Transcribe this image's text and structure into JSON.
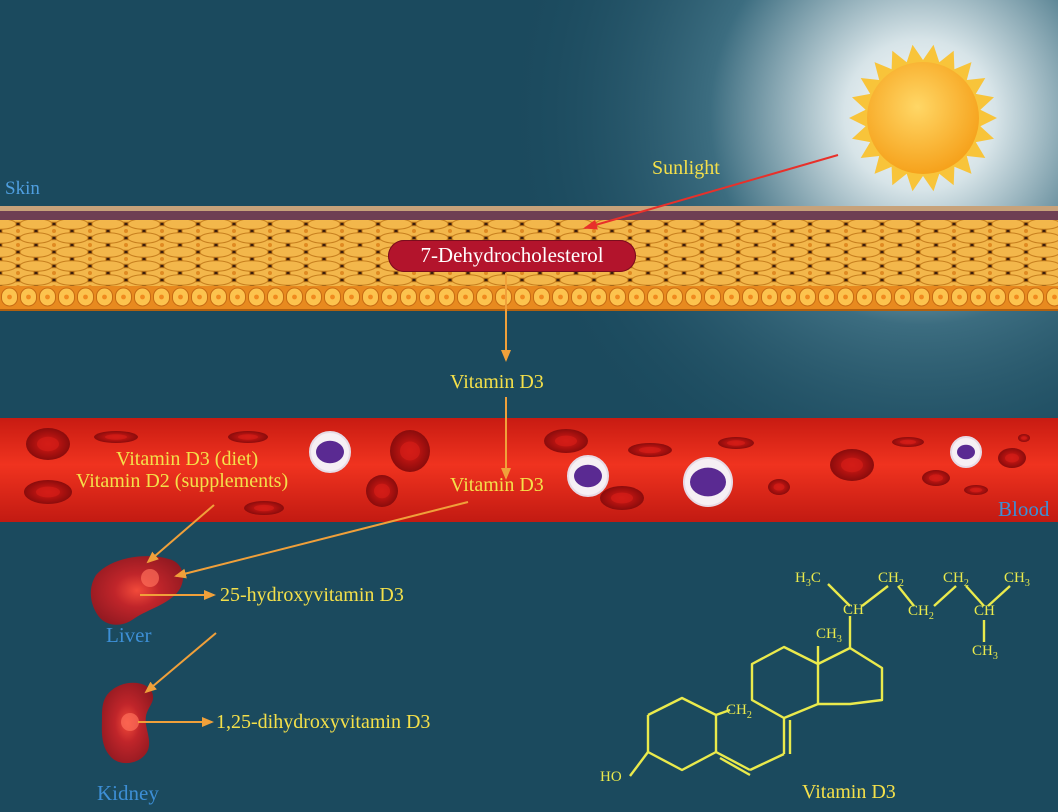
{
  "labels": {
    "skin": "Skin",
    "sunlight": "Sunlight",
    "precursor": "7-Dehydrocholesterol",
    "vitamin_d3_skin": "Vitamin D3",
    "vitamin_d3_blood": "Vitamin D3",
    "diet": "Vitamin D3 (diet)",
    "supplements": "Vitamin D2 (supplements)",
    "blood": "Blood",
    "liver": "Liver",
    "kidney": "Kidney",
    "hydroxy25": "25-hydroxyvitamin D3",
    "dihydroxy": "1,25-dihydroxyvitamin D3",
    "molecule_name": "Vitamin D3"
  },
  "structure_labels": {
    "h3c": "H",
    "h3c_sub": "3",
    "h3c_tail": "C",
    "ch_a": "CH",
    "ch2_a": "CH",
    "ch2_a_sub": "2",
    "ch2_b": "CH",
    "ch2_b_sub": "2",
    "ch2_c": "CH",
    "ch2_c_sub": "2",
    "ch3_a": "CH",
    "ch3_a_sub": "3",
    "ch_b": "CH",
    "ch3_b": "CH",
    "ch3_b_sub": "3",
    "ch3_c": "CH",
    "ch3_c_sub": "3",
    "ch2_d": "CH",
    "ch2_d_sub": "2",
    "ho": "HO"
  },
  "colors": {
    "background": "#1b4a5e",
    "arrow_orange": "#f0a03a",
    "sun_arrow": "#e8302a",
    "text_yellow": "#f4e04a",
    "text_blue": "#3d8fd6",
    "blood_red": "#e8251b",
    "pill_red": "#b3142c",
    "structure_yellow": "#eaea4c"
  }
}
